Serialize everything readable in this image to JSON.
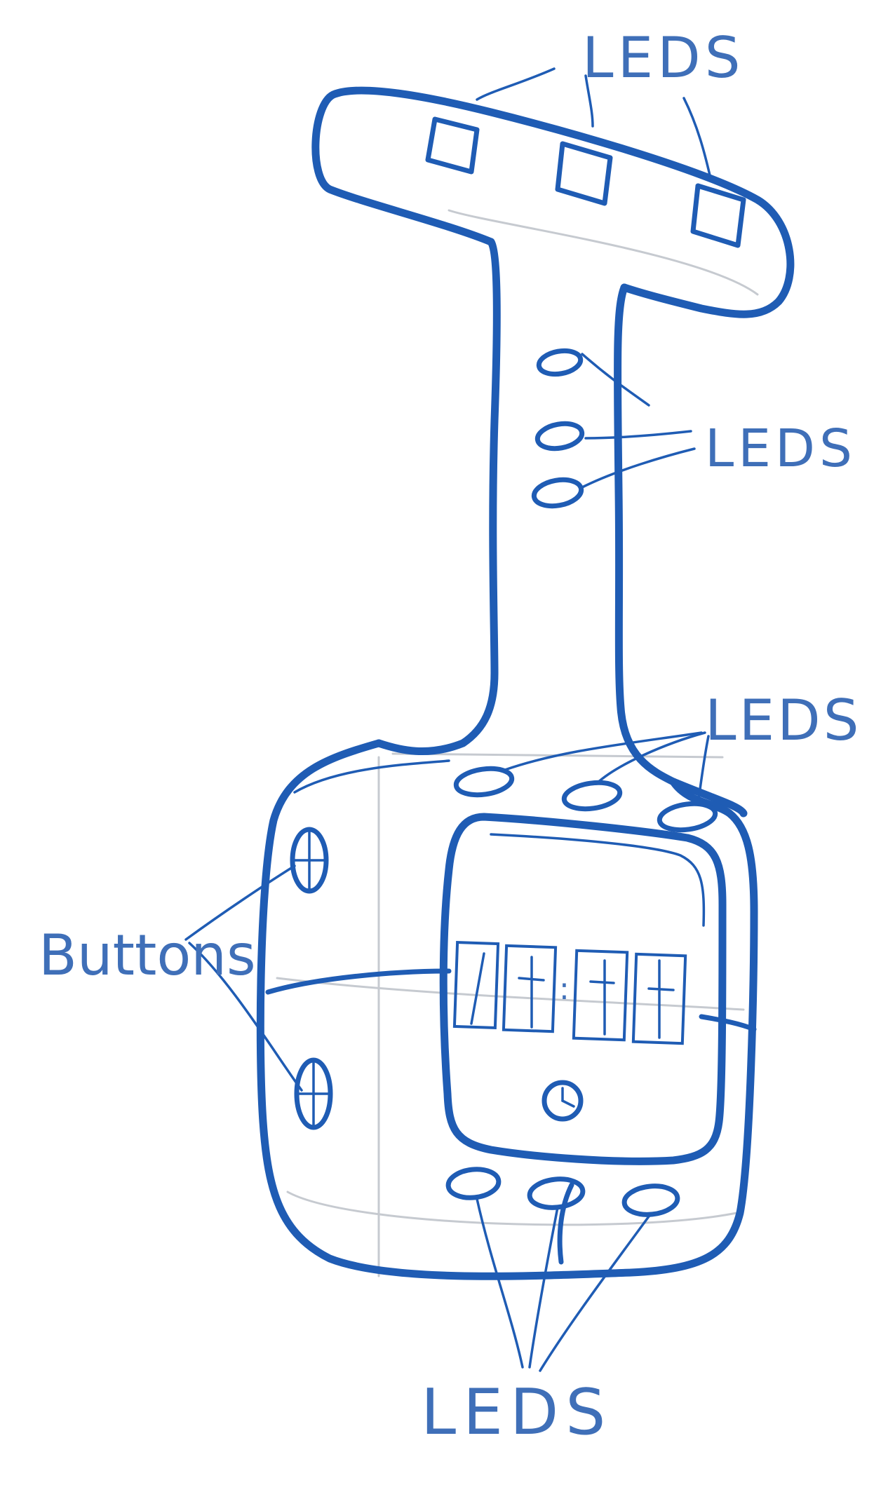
{
  "labels": {
    "leds_top": "LEDS",
    "leds_neck": "LEDS",
    "leds_body": "LEDS",
    "leds_bottom": "LEDS",
    "buttons": "Buttons"
  },
  "colors": {
    "ink": "#1f5cb4",
    "label": "#3f6fb8",
    "pencil": "#c6cad0",
    "paper": "#ffffff"
  },
  "display": {
    "separator": ":",
    "clock_icon": "clock-icon"
  }
}
